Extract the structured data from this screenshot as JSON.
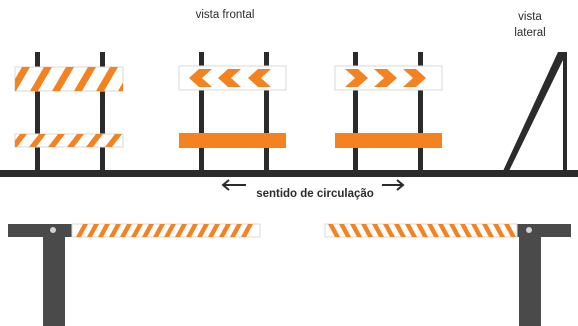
{
  "labels": {
    "front_view": "vista frontal",
    "side_view_line1": "vista",
    "side_view_line2": "lateral",
    "direction": "sentido de circulação"
  },
  "colors": {
    "orange": "#F58220",
    "post": "#2b2b2b",
    "ground": "#2b2b2b",
    "gate_post": "#4a4a4a",
    "panel_border": "#d9d9d9",
    "background": "#ffffff"
  },
  "barricades": [
    {
      "name": "barricade-diagonal-stripes",
      "top_panel": "diagonal-stripes",
      "bottom_panel": "diagonal-stripes"
    },
    {
      "name": "barricade-chevron-left",
      "top_panel": "chevrons-left",
      "bottom_panel": "solid-orange"
    },
    {
      "name": "barricade-chevron-right",
      "top_panel": "chevrons-right",
      "bottom_panel": "solid-orange"
    }
  ],
  "side_view": {
    "shape": "a-frame"
  },
  "gates": [
    {
      "name": "boom-gate-left",
      "arm_pattern": "diagonal-stripes"
    },
    {
      "name": "boom-gate-right",
      "arm_pattern": "diagonal-stripes"
    }
  ]
}
